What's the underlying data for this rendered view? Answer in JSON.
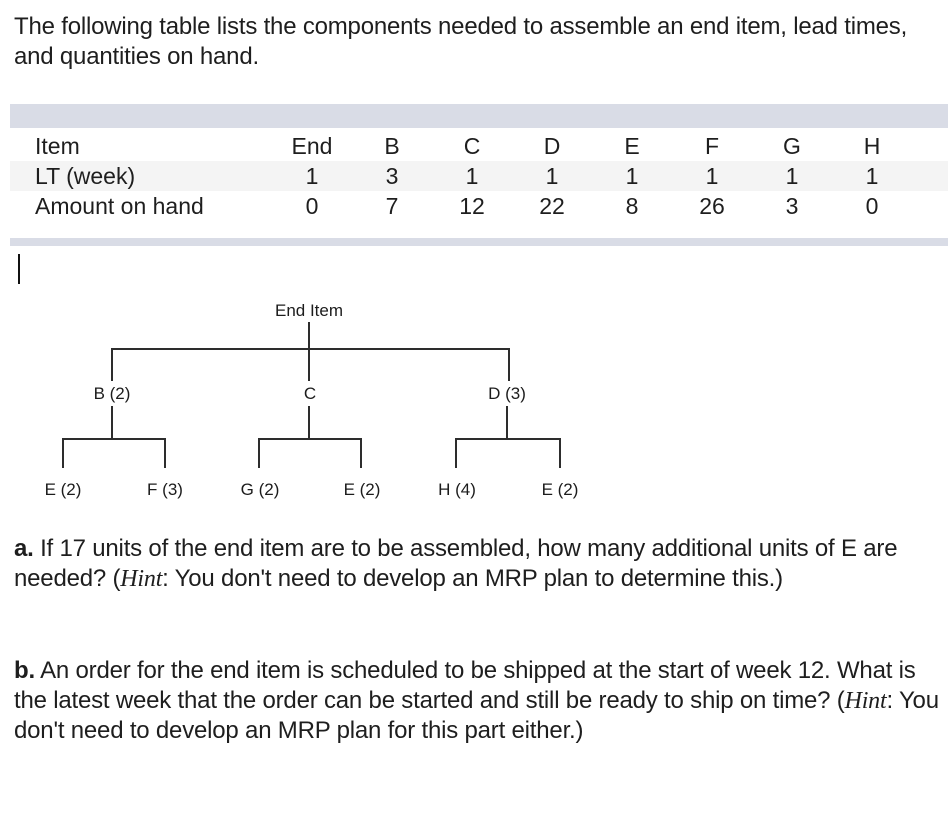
{
  "intro": {
    "text": "The following table lists the components needed to assemble an end item, lead times, and quantities on hand."
  },
  "table": {
    "band_color": "#d9dce6",
    "stripe_color": "#f4f4f4",
    "columns": [
      "End",
      "B",
      "C",
      "D",
      "E",
      "F",
      "G",
      "H"
    ],
    "rows": [
      {
        "label": "Item",
        "values": [
          "End",
          "B",
          "C",
          "D",
          "E",
          "F",
          "G",
          "H"
        ]
      },
      {
        "label": "LT (week)",
        "values": [
          "1",
          "3",
          "1",
          "1",
          "1",
          "1",
          "1",
          "1"
        ]
      },
      {
        "label": "Amount on hand",
        "values": [
          "0",
          "7",
          "12",
          "22",
          "8",
          "26",
          "3",
          "0"
        ]
      }
    ]
  },
  "tree": {
    "root_label": "End Item",
    "level2": [
      "B (2)",
      "C",
      "D (3)"
    ],
    "level3": [
      "E (2)",
      "F (3)",
      "G (2)",
      "E (2)",
      "H (4)",
      "E (2)"
    ]
  },
  "question_a": {
    "prefix": "a.",
    "body_1": " If 17 units of the end item are to be assembled, how many additional units of E are needed? (",
    "hint_word": "Hint",
    "body_2": ": You don't need to develop an MRP plan to determine this.)"
  },
  "question_b": {
    "prefix": "b.",
    "body_1": " An order for the end item is scheduled to be shipped at the start of week 12. What is the latest week that the order can be started and still be ready to ship on time? (",
    "hint_word": "Hint",
    "body_2": ": You don't need to develop an MRP plan for this part either.)"
  }
}
